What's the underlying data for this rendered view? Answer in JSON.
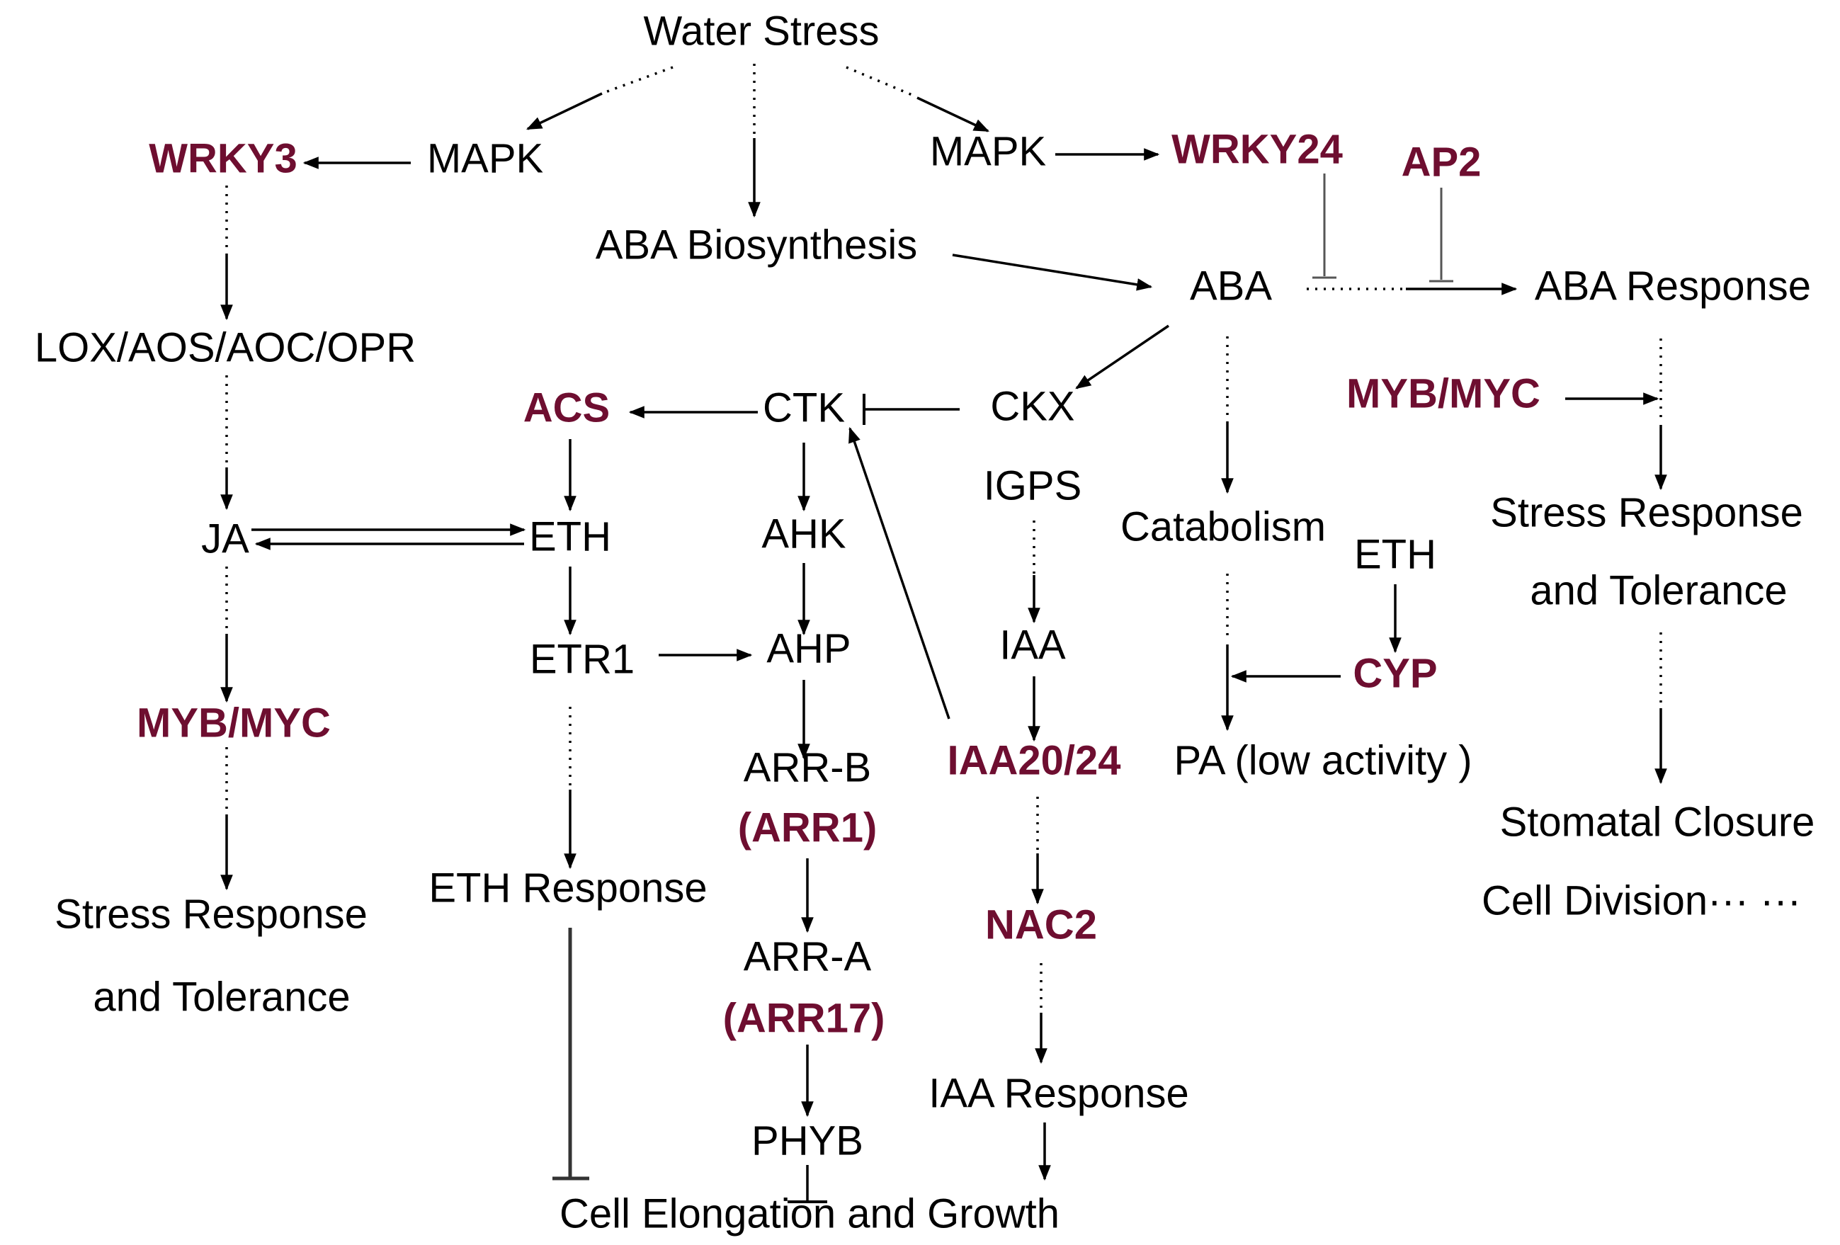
{
  "colors": {
    "node_text": "#000000",
    "gene_highlight": "#6e0e30",
    "background": "#ffffff"
  },
  "nodes": {
    "water_stress": "Water Stress",
    "mapk_left": "MAPK",
    "mapk_right": "MAPK",
    "wrky3": "WRKY3",
    "wrky24": "WRKY24",
    "ap2": "AP2",
    "aba_biosynthesis": "ABA Biosynthesis",
    "aba": "ABA",
    "aba_response": "ABA Response",
    "lox": "LOX/AOS/AOC/OPR",
    "acs": "ACS",
    "ctk": "CTK",
    "ckx": "CKX",
    "myb_myc_right": "MYB/MYC",
    "igps": "IGPS",
    "catabolism": "Catabolism",
    "stress_response_right_1": "Stress Response",
    "stress_response_right_2": "and Tolerance",
    "ja": "JA",
    "eth_left": "ETH",
    "ahk": "AHK",
    "eth_right": "ETH",
    "etr1": "ETR1",
    "ahp": "AHP",
    "iaa": "IAA",
    "cyp": "CYP",
    "myb_myc_left": "MYB/MYC",
    "arr_b": "ARR-B",
    "arr1": "(ARR1)",
    "iaa20_24": "IAA20/24",
    "pa": "PA (low activity )",
    "stomatal_closure": "Stomatal Closure",
    "cell_division": "Cell Division··· ···",
    "eth_response": "ETH Response",
    "stress_response_left_1": "Stress Response",
    "stress_response_left_2": "and Tolerance",
    "arr_a": "ARR-A",
    "nac2": "NAC2",
    "arr17": "(ARR17)",
    "iaa_response": "IAA Response",
    "phyb": "PHYB",
    "cell_elongation": "Cell Elongation and Growth"
  }
}
